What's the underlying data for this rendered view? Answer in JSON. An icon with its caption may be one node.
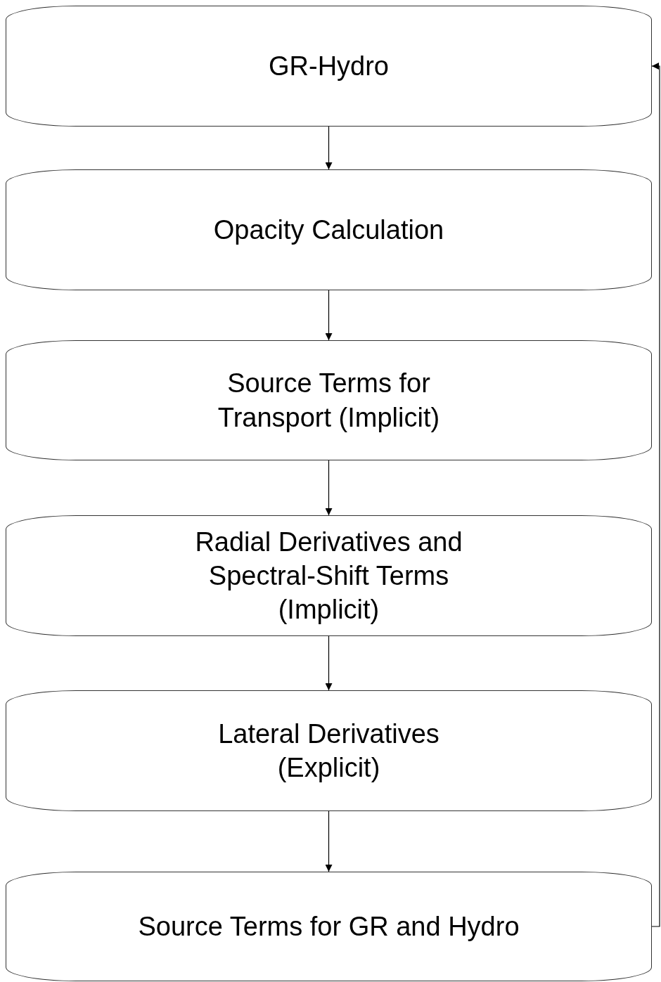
{
  "diagram": {
    "nodes": [
      {
        "text": [
          "GR-Hydro"
        ]
      },
      {
        "text": [
          "Opacity Calculation"
        ]
      },
      {
        "text": [
          "Source Terms for Transport (Implicit)"
        ]
      },
      {
        "text": [
          "Radial Derivatives and Spectral-Shift Terms (Implicit)"
        ]
      },
      {
        "text": [
          "Lateral Derivatives (Explicit)"
        ]
      },
      {
        "text": [
          "Source Terms for GR and Hydro"
        ]
      }
    ],
    "edges": [
      {
        "from": 0,
        "to": 1,
        "arrow": "to"
      },
      {
        "from": 1,
        "to": 2,
        "arrow": "to"
      },
      {
        "from": 2,
        "to": 3,
        "arrow": "to"
      },
      {
        "from": 3,
        "to": 4,
        "arrow": "to"
      },
      {
        "from": 4,
        "to": 5,
        "arrow": "to"
      },
      {
        "from": 5,
        "to": 0,
        "arrow": "to"
      }
    ]
  }
}
